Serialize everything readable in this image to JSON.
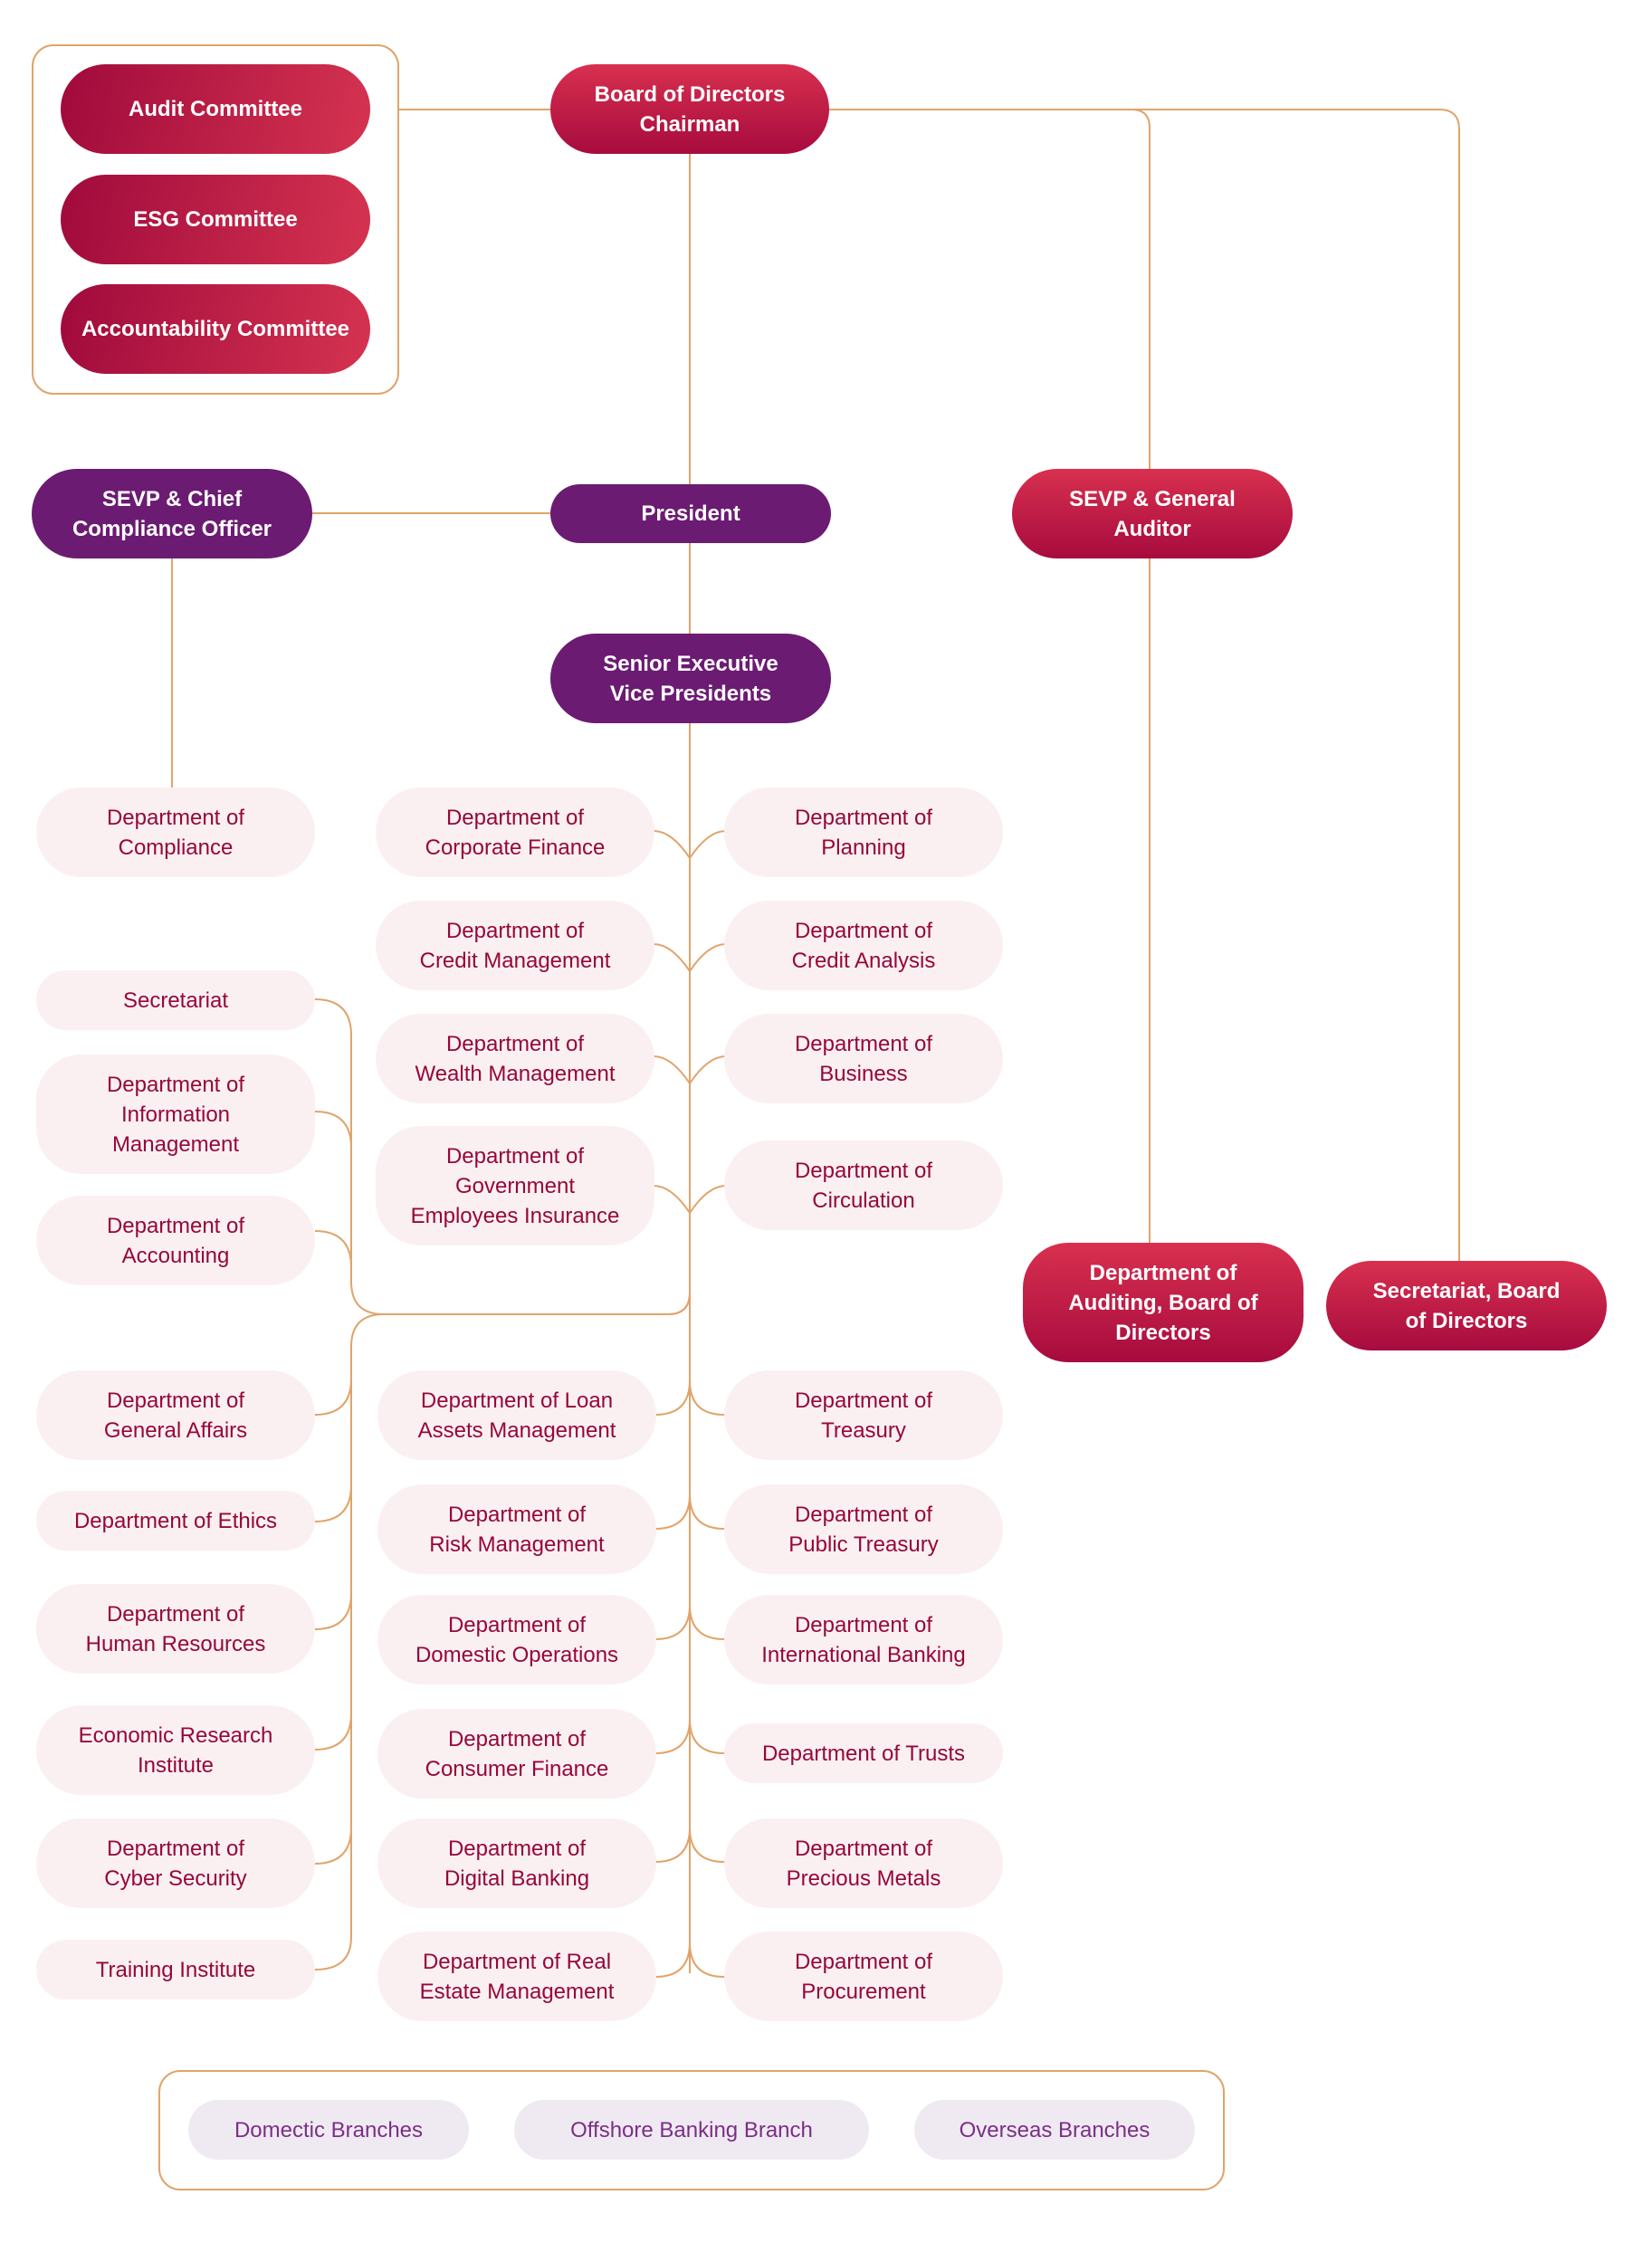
{
  "committees": {
    "audit": "Audit Committee",
    "esg": "ESG Committee",
    "accountability": "Accountability Committee"
  },
  "board": {
    "line1": "Board of Directors",
    "line2": "Chairman"
  },
  "president": "President",
  "sevp_compliance": {
    "line1": "SEVP & Chief",
    "line2": "Compliance Officer"
  },
  "sevp_auditor": {
    "line1": "SEVP & General",
    "line2": "Auditor"
  },
  "senior_evp": {
    "line1": "Senior Executive",
    "line2": "Vice Presidents"
  },
  "audit_dept": {
    "line1": "Department of",
    "line2": "Auditing, Board of",
    "line3": "Directors"
  },
  "board_secretariat": {
    "line1": "Secretariat, Board",
    "line2": "of Directors"
  },
  "compliance_dept": {
    "line1": "Department of",
    "line2": "Compliance"
  },
  "left_upper": [
    {
      "lines": [
        "Secretariat"
      ]
    },
    {
      "lines": [
        "Department of",
        "Information",
        "Management"
      ]
    },
    {
      "lines": [
        "Department of",
        "Accounting"
      ]
    }
  ],
  "left_lower": [
    {
      "lines": [
        "Department of",
        "General Affairs"
      ]
    },
    {
      "lines": [
        "Department of Ethics"
      ]
    },
    {
      "lines": [
        "Department of",
        "Human Resources"
      ]
    },
    {
      "lines": [
        "Economic Research",
        "Institute"
      ]
    },
    {
      "lines": [
        "Department of",
        "Cyber Security"
      ]
    },
    {
      "lines": [
        "Training Institute"
      ]
    }
  ],
  "center_upper": [
    {
      "lines": [
        "Department of",
        "Corporate Finance"
      ]
    },
    {
      "lines": [
        "Department of",
        "Credit Management"
      ]
    },
    {
      "lines": [
        "Department of",
        "Wealth Management"
      ]
    },
    {
      "lines": [
        "Department of",
        "Government",
        "Employees Insurance"
      ]
    }
  ],
  "center_lower": [
    {
      "lines": [
        "Department of Loan",
        "Assets Management"
      ]
    },
    {
      "lines": [
        "Department of",
        "Risk Management"
      ]
    },
    {
      "lines": [
        "Department of",
        "Domestic Operations"
      ]
    },
    {
      "lines": [
        "Department of",
        "Consumer Finance"
      ]
    },
    {
      "lines": [
        "Department of",
        "Digital Banking"
      ]
    },
    {
      "lines": [
        "Department of Real",
        "Estate Management"
      ]
    }
  ],
  "right_upper": [
    {
      "lines": [
        "Department of",
        "Planning"
      ]
    },
    {
      "lines": [
        "Department of",
        "Credit Analysis"
      ]
    },
    {
      "lines": [
        "Department of",
        "Business"
      ]
    },
    {
      "lines": [
        "Department of",
        "Circulation"
      ]
    }
  ],
  "right_lower": [
    {
      "lines": [
        "Department of",
        "Treasury"
      ]
    },
    {
      "lines": [
        "Department of",
        "Public Treasury"
      ]
    },
    {
      "lines": [
        "Department of",
        "International Banking"
      ]
    },
    {
      "lines": [
        "Department of Trusts"
      ]
    },
    {
      "lines": [
        "Department of",
        "Precious Metals"
      ]
    },
    {
      "lines": [
        "Department of",
        "Procurement"
      ]
    }
  ],
  "branches": [
    "Domectic Branches",
    "Offshore Banking Branch",
    "Overseas Branches"
  ],
  "colors": {
    "connector": "#e0a46b",
    "red_dark": "#a00a3c",
    "red_light": "#d53350",
    "purple": "#6b1b72",
    "dept_bg": "#fbf0f1",
    "dept_text": "#96073c",
    "branch_bg": "#efeaf2",
    "branch_text": "#7b2f86"
  }
}
